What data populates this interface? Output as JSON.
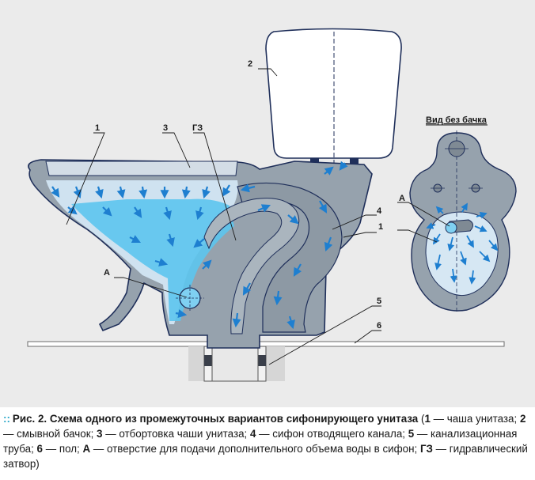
{
  "labels": {
    "bowl": "1",
    "tank": "2",
    "rim": "3",
    "water_seal": "ГЗ",
    "siphon": "4",
    "pipe": "5",
    "floor": "6",
    "opening": "А",
    "top_view_bowl": "1",
    "top_view_opening": "А",
    "top_view_title": "Вид без бачка"
  },
  "colors": {
    "ceramic": "#96a2ad",
    "ceramic_outline": "#1f2f5a",
    "water": "#5cc5ee",
    "arrow": "#1e7fd0",
    "background": "#ebebeb",
    "accent": "#2aa7c9"
  },
  "caption": {
    "marker": "::",
    "fig": "Рис. 2.",
    "title": "Схема одного из промежуточных вариантов сифонирующего унитаза",
    "open": " (",
    "k1": "1",
    "v1": " — чаша унитаза; ",
    "k2": "2",
    "v2": " — смывной бачок; ",
    "k3": "3",
    "v3": " — отбортовка чаши унитаза; ",
    "k4": "4",
    "v4": " — сифон отводящего канала; ",
    "k5": "5",
    "v5": " — канализационная труба; ",
    "k6": "6",
    "v6": " — пол; ",
    "kA": "А",
    "vA": " — отверстие для подачи дополнительного объема воды в сифон; ",
    "kG": "ГЗ",
    "vG": " — гидравлический затвор)"
  }
}
